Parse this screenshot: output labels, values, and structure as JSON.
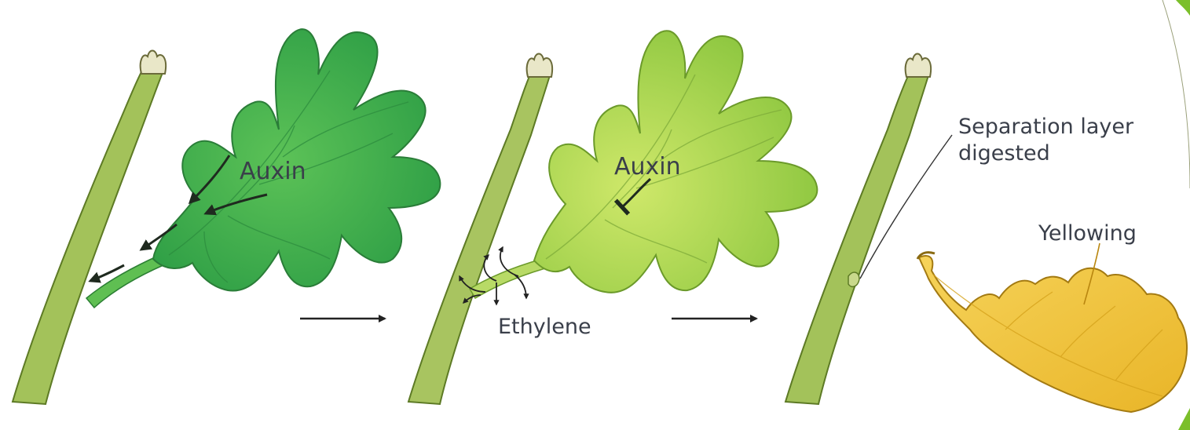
{
  "panels": [
    {
      "id": "healthy-leaf",
      "labels": {
        "auxin": "Auxin"
      }
    },
    {
      "id": "aging-leaf",
      "labels": {
        "auxin": "Auxin",
        "ethylene": "Ethylene"
      }
    },
    {
      "id": "abscission",
      "labels": {
        "separation_line1": "Separation layer",
        "separation_line2": "digested",
        "yellowing": "Yellowing"
      }
    }
  ],
  "colors": {
    "healthy_leaf": "#3fae4a",
    "aging_leaf": "#a6d44a",
    "yellow_leaf": "#f2c23a",
    "stem": "#a3c25a",
    "accent_green": "#7bbf2a"
  }
}
